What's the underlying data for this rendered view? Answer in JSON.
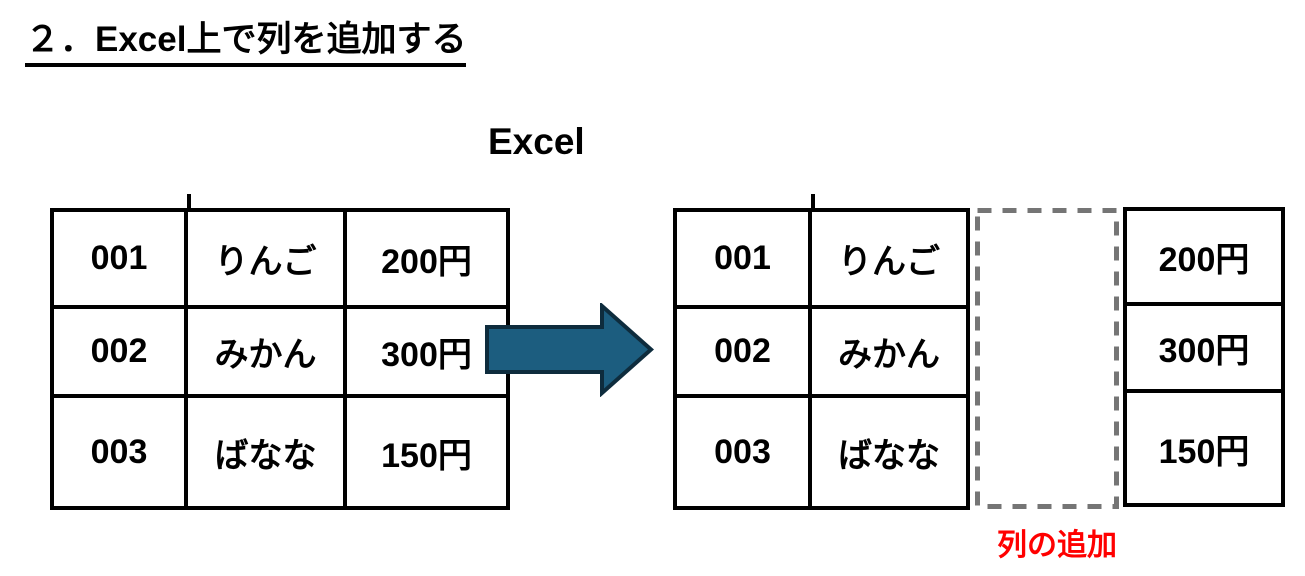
{
  "title": "２．Excel上で列を追加する",
  "excel_label": "Excel",
  "left_table": {
    "rows": [
      [
        "001",
        "りんご",
        "200円"
      ],
      [
        "002",
        "みかん",
        "300円"
      ],
      [
        "003",
        "ばなな",
        "150円"
      ]
    ]
  },
  "right_table": {
    "rows": [
      [
        "001",
        "りんご"
      ],
      [
        "002",
        "みかん"
      ],
      [
        "003",
        "ばなな"
      ]
    ]
  },
  "price_column": {
    "rows": [
      "200円",
      "300円",
      "150円"
    ]
  },
  "new_column_label": "列の追加",
  "colors": {
    "arrow_fill": "#1c5d7f",
    "arrow_stroke": "#0e2c3d",
    "dashed_border": "#757575",
    "label_red": "#FF0000",
    "table_border": "#000000"
  }
}
